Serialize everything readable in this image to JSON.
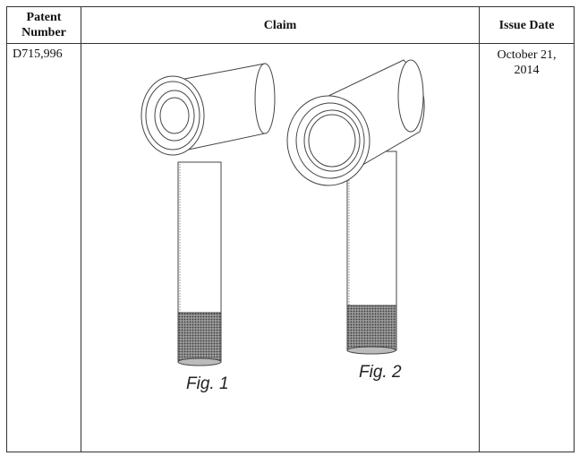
{
  "table": {
    "headers": {
      "patent_number_line1": "Patent",
      "patent_number_line2": "Number",
      "claim": "Claim",
      "issue_date": "Issue Date"
    },
    "row": {
      "patent_number": "D715,996",
      "issue_date_line1": "October 21,",
      "issue_date_line2": "2014",
      "figures": [
        {
          "label": "Fig. 1",
          "subject": "hair dryer, front perspective view"
        },
        {
          "label": "Fig. 2",
          "subject": "hair dryer, rear perspective view"
        }
      ]
    }
  }
}
